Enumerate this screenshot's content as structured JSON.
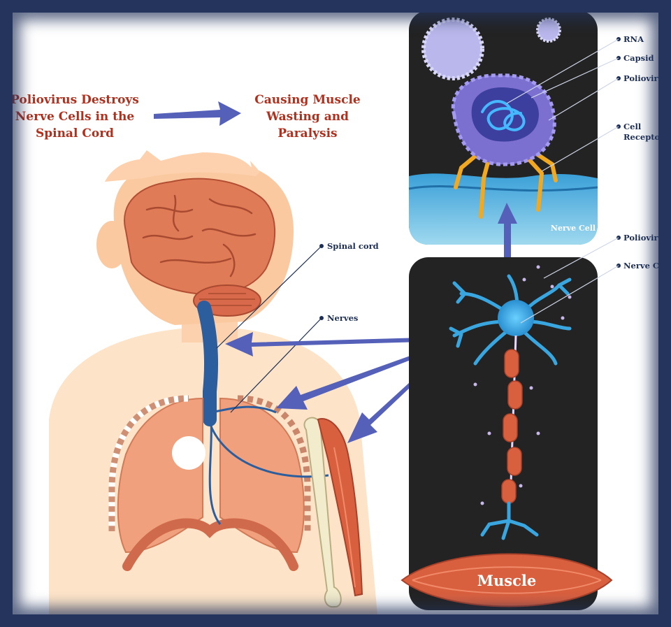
{
  "headings": {
    "cause_lines": [
      "Poliovirus Destroys",
      "Nerve Cells in the",
      "Spinal Cord"
    ],
    "effect_lines": [
      "Causing Muscle",
      "Wasting and",
      "Paralysis"
    ]
  },
  "labels": {
    "spinal_cord": "Spinal cord",
    "nerves": "Nerves",
    "rna": "RNA",
    "capsid": "Capsid",
    "poliovirus_top": "Poliovirus",
    "cell_receptor_lines": [
      "Cell",
      "Receptor"
    ],
    "poliovirus_bottom": "Poliovirus",
    "nerve_cell_bottom": "Nerve Cell",
    "nerve_cell_panel": "Nerve Cell",
    "muscle": "Muscle"
  },
  "colors": {
    "frame": "#24345c",
    "heading": "#b0301e",
    "label": "#1c2e55",
    "arrow": "#5560b8",
    "panel_bg": "#232323",
    "virus": "#7b6fd0",
    "nerve": "#3aa6e0",
    "muscle": "#d9603f",
    "skin": "#f9c8a0"
  }
}
